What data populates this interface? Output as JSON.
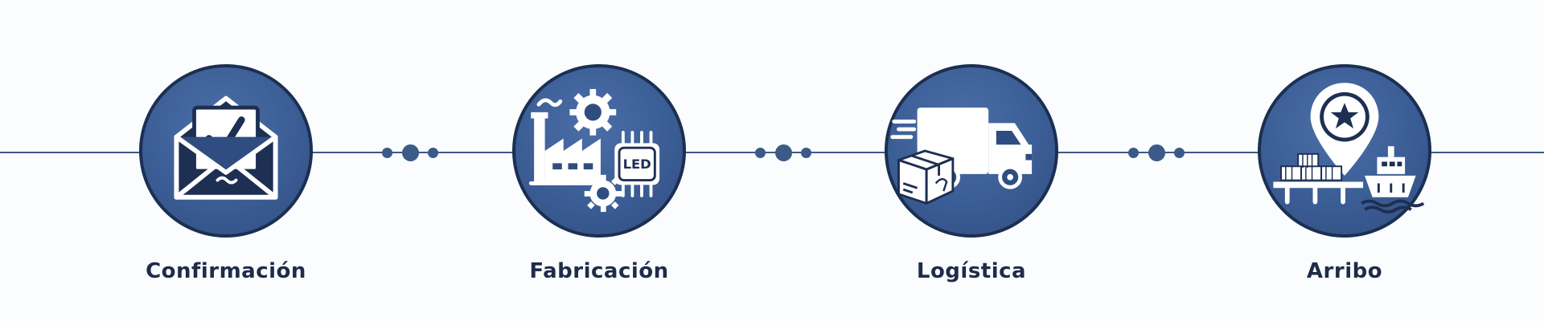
{
  "steps": [
    {
      "label": "Confirmación",
      "icon": "envelope-check-icon"
    },
    {
      "label": "Fabricación",
      "icon": "factory-led-icon"
    },
    {
      "label": "Logística",
      "icon": "truck-box-icon"
    },
    {
      "label": "Arribo",
      "icon": "port-pin-ship-icon"
    }
  ],
  "led_chip_text": "LED",
  "colors": {
    "background": "#fbfcfd",
    "line": "#3c5a85",
    "circle_fill": "#3b5d95",
    "circle_border": "#1b2f52",
    "icon": "#ffffff",
    "label": "#1e2c4a"
  }
}
